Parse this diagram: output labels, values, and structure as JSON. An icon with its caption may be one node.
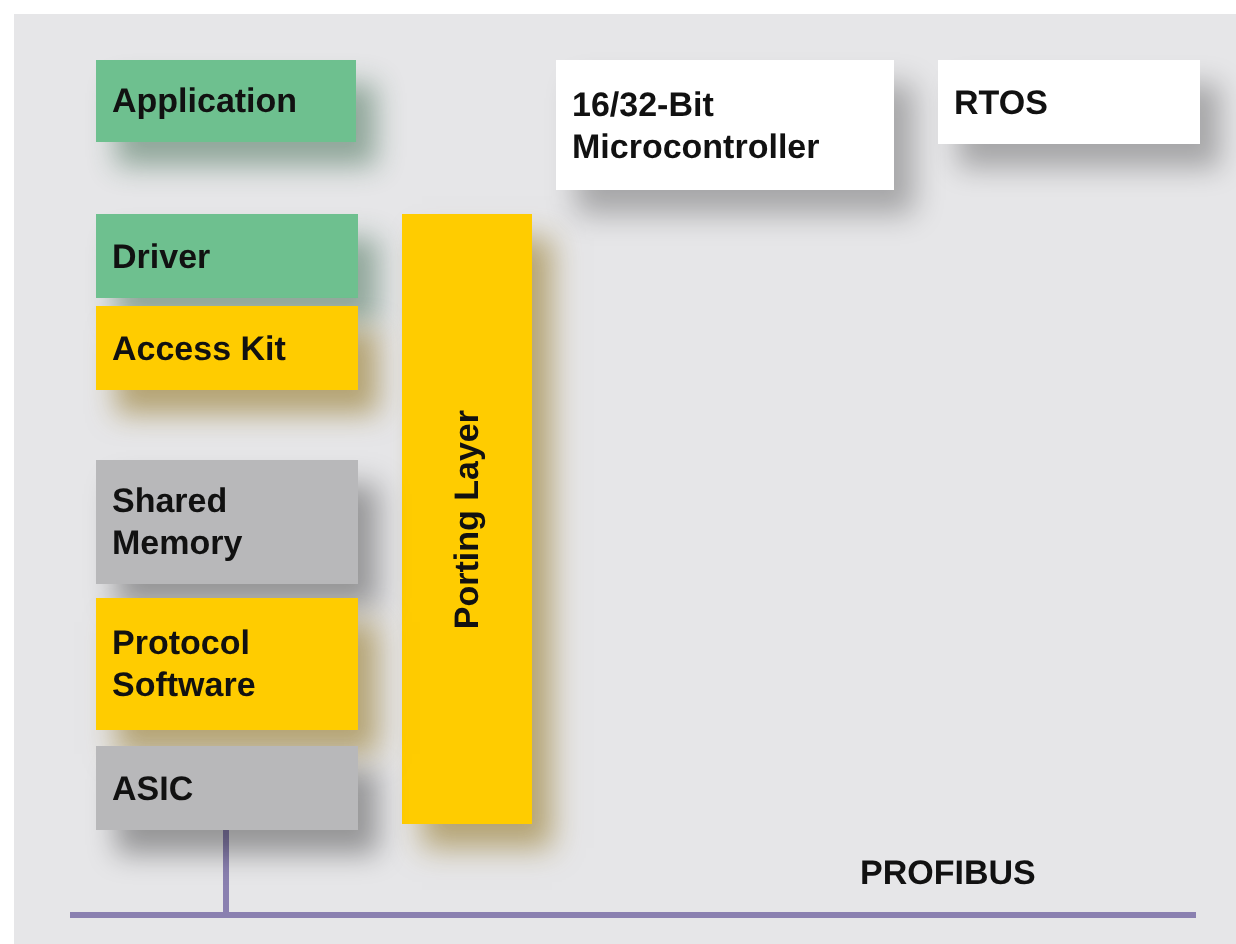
{
  "diagram": {
    "nodes": [
      {
        "text": [
          "Application"
        ]
      },
      {
        "text": [
          "16/32-Bit Microcontroller"
        ]
      },
      {
        "text": [
          "RTOS"
        ]
      },
      {
        "text": [
          "Driver"
        ]
      },
      {
        "text": [
          "Access Kit"
        ]
      },
      {
        "text": [
          "Porting Layer"
        ]
      },
      {
        "text": [
          "Shared Memory"
        ]
      },
      {
        "text": [
          "Protocol Software"
        ]
      },
      {
        "text": [
          "ASIC"
        ]
      },
      {
        "text": [],
        "shape": "bar",
        "beside": [
          "PROFIBUS"
        ]
      }
    ],
    "edges": [
      {
        "from": 8,
        "to": 9,
        "arrow": "none"
      }
    ]
  }
}
